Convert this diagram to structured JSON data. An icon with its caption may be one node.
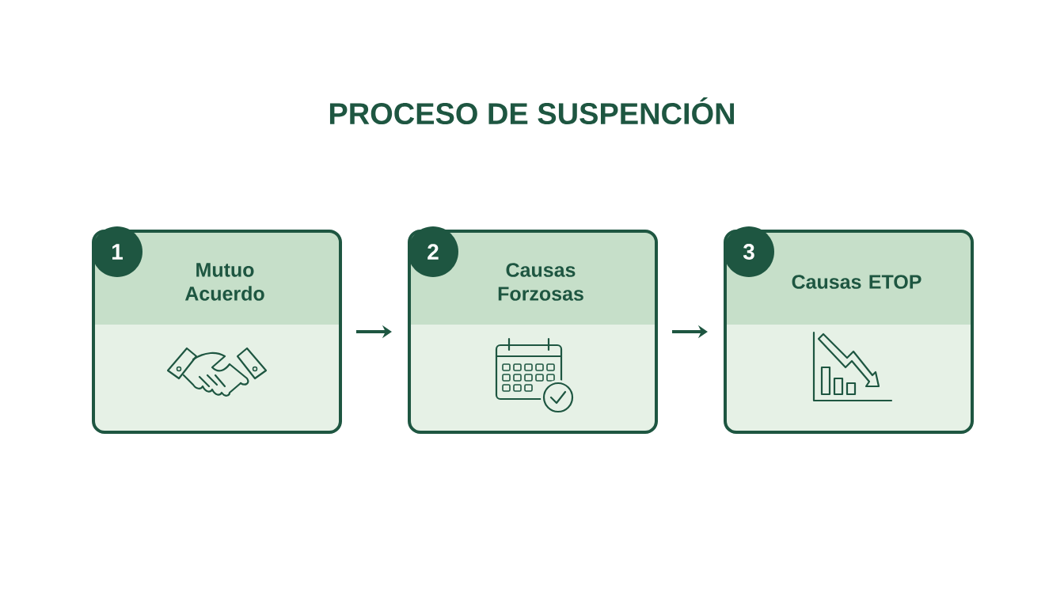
{
  "diagram": {
    "title": "PROCESO DE SUSPENCIÓN",
    "nodes": [
      {
        "text": [
          "1"
        ]
      },
      {
        "text": [
          "Mutuo Acuerdo"
        ]
      },
      {
        "text": [
          "2"
        ]
      },
      {
        "text": [
          "Causas Forzosas"
        ]
      },
      {
        "text": [
          "3"
        ]
      },
      {
        "text": [
          "Causas ETOP"
        ]
      }
    ],
    "edges": [
      {
        "from": 1,
        "to": 3,
        "arrow": "to"
      },
      {
        "from": 3,
        "to": 5,
        "arrow": "to"
      }
    ]
  }
}
